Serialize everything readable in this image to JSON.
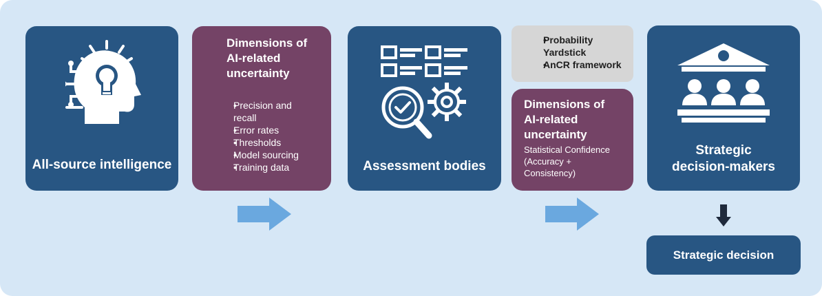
{
  "source": {
    "label": "All-source intelligence",
    "icon": "lightbulb-head-icon"
  },
  "uncertainty_left": {
    "title_line1": "Dimensions of",
    "title_line2": "AI-related",
    "title_line3": "uncertainty",
    "bullets": [
      "Precision and",
      "recall",
      "Error rates",
      "Thresholds",
      "Model sourcing",
      "Training data"
    ]
  },
  "assessment": {
    "label": "Assessment bodies",
    "icon": "checklist-magnifier-gear-icon"
  },
  "frameworks": {
    "items": [
      "Probability",
      "Yardstick",
      "AnCR framework"
    ]
  },
  "uncertainty_right": {
    "title_line1": "Dimensions of",
    "title_line2": "AI-related",
    "title_line3": "uncertainty",
    "body_line1": "Statistical Confidence",
    "body_line2": "(Accuracy +",
    "body_line3": "Consistency)"
  },
  "decision_makers": {
    "label_line1": "Strategic",
    "label_line2": "decision-makers",
    "icon": "institution-people-icon"
  },
  "decision": {
    "label": "Strategic decision"
  },
  "colors": {
    "background": "#d6e7f6",
    "navy": "#285683",
    "purple": "#744366",
    "grey": "#d6d6d6",
    "arrow": "#6aa8df",
    "dark_arrow": "#1f2a3c"
  }
}
